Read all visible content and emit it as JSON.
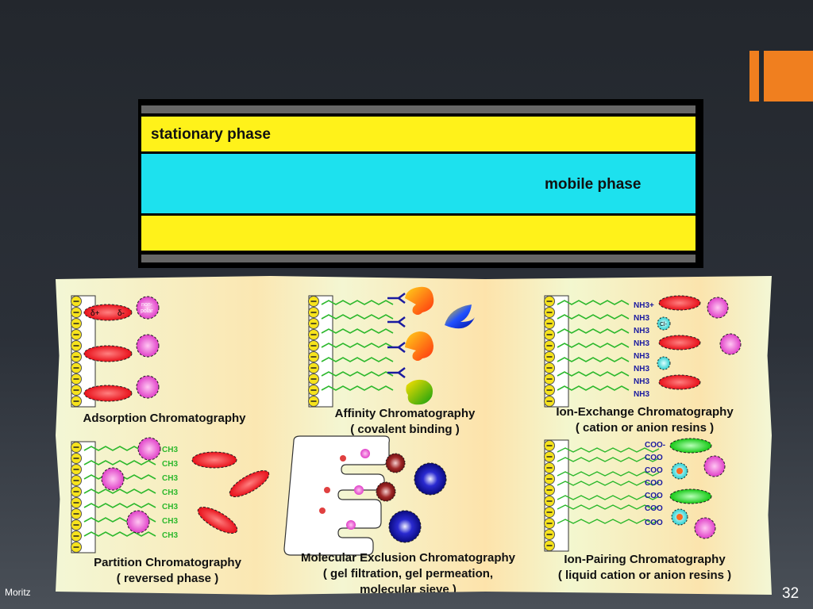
{
  "column": {
    "stationary_label": "stationary phase",
    "mobile_label": "mobile phase"
  },
  "panels": {
    "adsorption": {
      "title": "Adsorption Chromatography"
    },
    "affinity": {
      "title": "Affinity Chromatography",
      "subtitle": "( covalent binding )"
    },
    "ion_exchange": {
      "title": "Ion-Exchange Chromatography",
      "subtitle": "( cation or anion resins )"
    },
    "partition": {
      "title": "Partition Chromatography",
      "subtitle": "( reversed phase )"
    },
    "exclusion": {
      "title": "Molecular Exclusion Chromatography",
      "subtitle": "( gel filtration, gel permeation,",
      "subtitle2": "molecular sieve )"
    },
    "ion_pairing": {
      "title": "Ion-Pairing Chromatography",
      "subtitle": "( liquid cation or anion resins )"
    }
  },
  "labels": {
    "non_polar_1": "non-",
    "non_polar_2": "polar",
    "delta_plus": "δ+",
    "delta_minus": "δ-",
    "ch3": "CH3",
    "nh3": "NH3+",
    "coo": "COO-",
    "cl": "Cl-"
  },
  "footer": {
    "author": "Moritz",
    "page_number": "32"
  },
  "colors": {
    "accent": "#f07f1f",
    "stationary": "#fff21a",
    "mobile": "#1de1ee"
  }
}
